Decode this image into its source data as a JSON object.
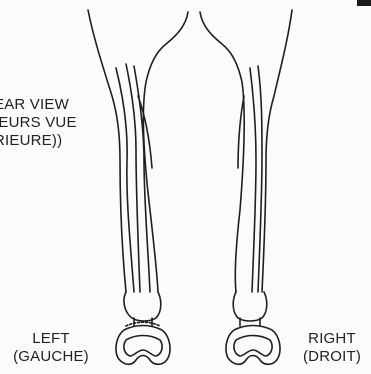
{
  "labels": {
    "view_line1": "EAR VIEW",
    "view_line2": "IEURS VUE",
    "view_line3": "RIEURE))",
    "left_en": "LEFT",
    "left_fr": "(GAUCHE)",
    "right_en": "RIGHT",
    "right_fr": "(DROIT)"
  },
  "colors": {
    "ink": "#1f1f1f",
    "paper": "#fbfbfa"
  }
}
